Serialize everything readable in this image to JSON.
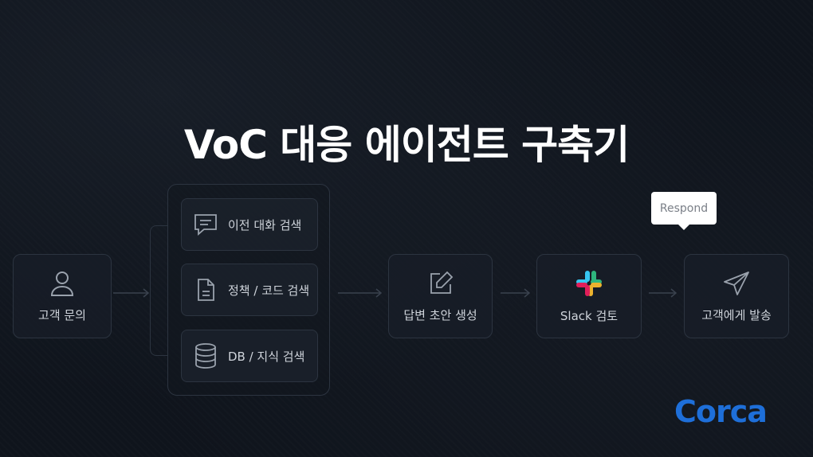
{
  "title": "VoC 대응 에이전트 구축기",
  "nodes": {
    "inquiry": {
      "label": "고객 문의",
      "icon": "user-icon"
    },
    "search_prev": {
      "label": "이전 대화 검색",
      "icon": "chat-icon"
    },
    "search_policy": {
      "label": "정책 / 코드 검색",
      "icon": "document-icon"
    },
    "search_db": {
      "label": "DB / 지식 검색",
      "icon": "database-icon"
    },
    "draft": {
      "label": "답변 초안 생성",
      "icon": "edit-icon"
    },
    "slack": {
      "label": "Slack 검토",
      "icon": "slack-icon"
    },
    "send": {
      "label": "고객에게 발송",
      "icon": "send-icon"
    }
  },
  "tooltip": "Respond",
  "logo": "Corca",
  "colors": {
    "background": "#0f141c",
    "logo": "#1e6fd9",
    "slack_blue": "#36c5f0",
    "slack_green": "#2eb67d",
    "slack_red": "#e01e5a",
    "slack_yellow": "#ecb22e"
  }
}
